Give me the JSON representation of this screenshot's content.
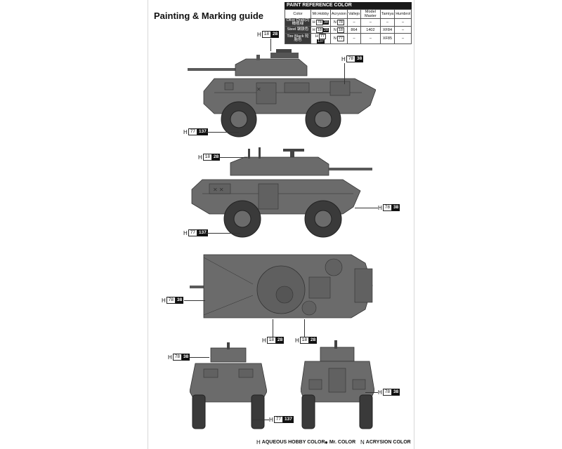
{
  "title": "Painting & Marking guide",
  "paint_table": {
    "heading": "PAINT REFERENCE COLOR",
    "columns": [
      "Color",
      "Mr.Hobby",
      "Acrysion",
      "Vallejo",
      "Model Master",
      "Tamiya",
      "Humbrol"
    ],
    "rows": [
      {
        "color": "Olive Drab(2) 橄榄绿",
        "hobby_prefix": "H",
        "hobby_a": "78",
        "hobby_b": "38",
        "acry_prefix": "N",
        "acry": "78",
        "vallejo": "–",
        "model_master": "–",
        "tamiya": "–",
        "humbrol": "–"
      },
      {
        "color": "Steel 钢铁色",
        "hobby_prefix": "H",
        "hobby_a": "18",
        "hobby_b": "28",
        "acry_prefix": "N",
        "acry": "18",
        "vallejo": "864",
        "model_master": "1402",
        "tamiya": "XF84",
        "humbrol": "–"
      },
      {
        "color": "Tire Black 轮胎色",
        "hobby_prefix": "H",
        "hobby_a": "77",
        "hobby_b": "137",
        "acry_prefix": "N",
        "acry": "77",
        "vallejo": "–",
        "model_master": "–",
        "tamiya": "XF85",
        "humbrol": "–"
      }
    ]
  },
  "callouts": [
    {
      "h": "H",
      "a": "18",
      "b": "28"
    },
    {
      "h": "H",
      "a": "78",
      "b": "38"
    },
    {
      "h": "H",
      "a": "77",
      "b": "137"
    },
    {
      "h": "H",
      "a": "18",
      "b": "28"
    },
    {
      "h": "H",
      "a": "78",
      "b": "38"
    },
    {
      "h": "H",
      "a": "77",
      "b": "137"
    },
    {
      "h": "H",
      "a": "78",
      "b": "38"
    },
    {
      "h": "H",
      "a": "18",
      "b": "28"
    },
    {
      "h": "H",
      "a": "18",
      "b": "28"
    },
    {
      "h": "H",
      "a": "78",
      "b": "38"
    },
    {
      "h": "H",
      "a": "78",
      "b": "38"
    },
    {
      "h": "H",
      "a": "77",
      "b": "137"
    }
  ],
  "footer": {
    "hobby_sym": "H",
    "hobby_label": "AQUEOUS HOBBY COLOR",
    "mr_sym": "●",
    "mr_label": "Mr. COLOR",
    "acry_sym": "N",
    "acry_label": "ACRYSION COLOR"
  },
  "colors": {
    "olive_drab": "#6b6b6b",
    "tire_black": "#3a3a3a",
    "steel": "#555555"
  }
}
